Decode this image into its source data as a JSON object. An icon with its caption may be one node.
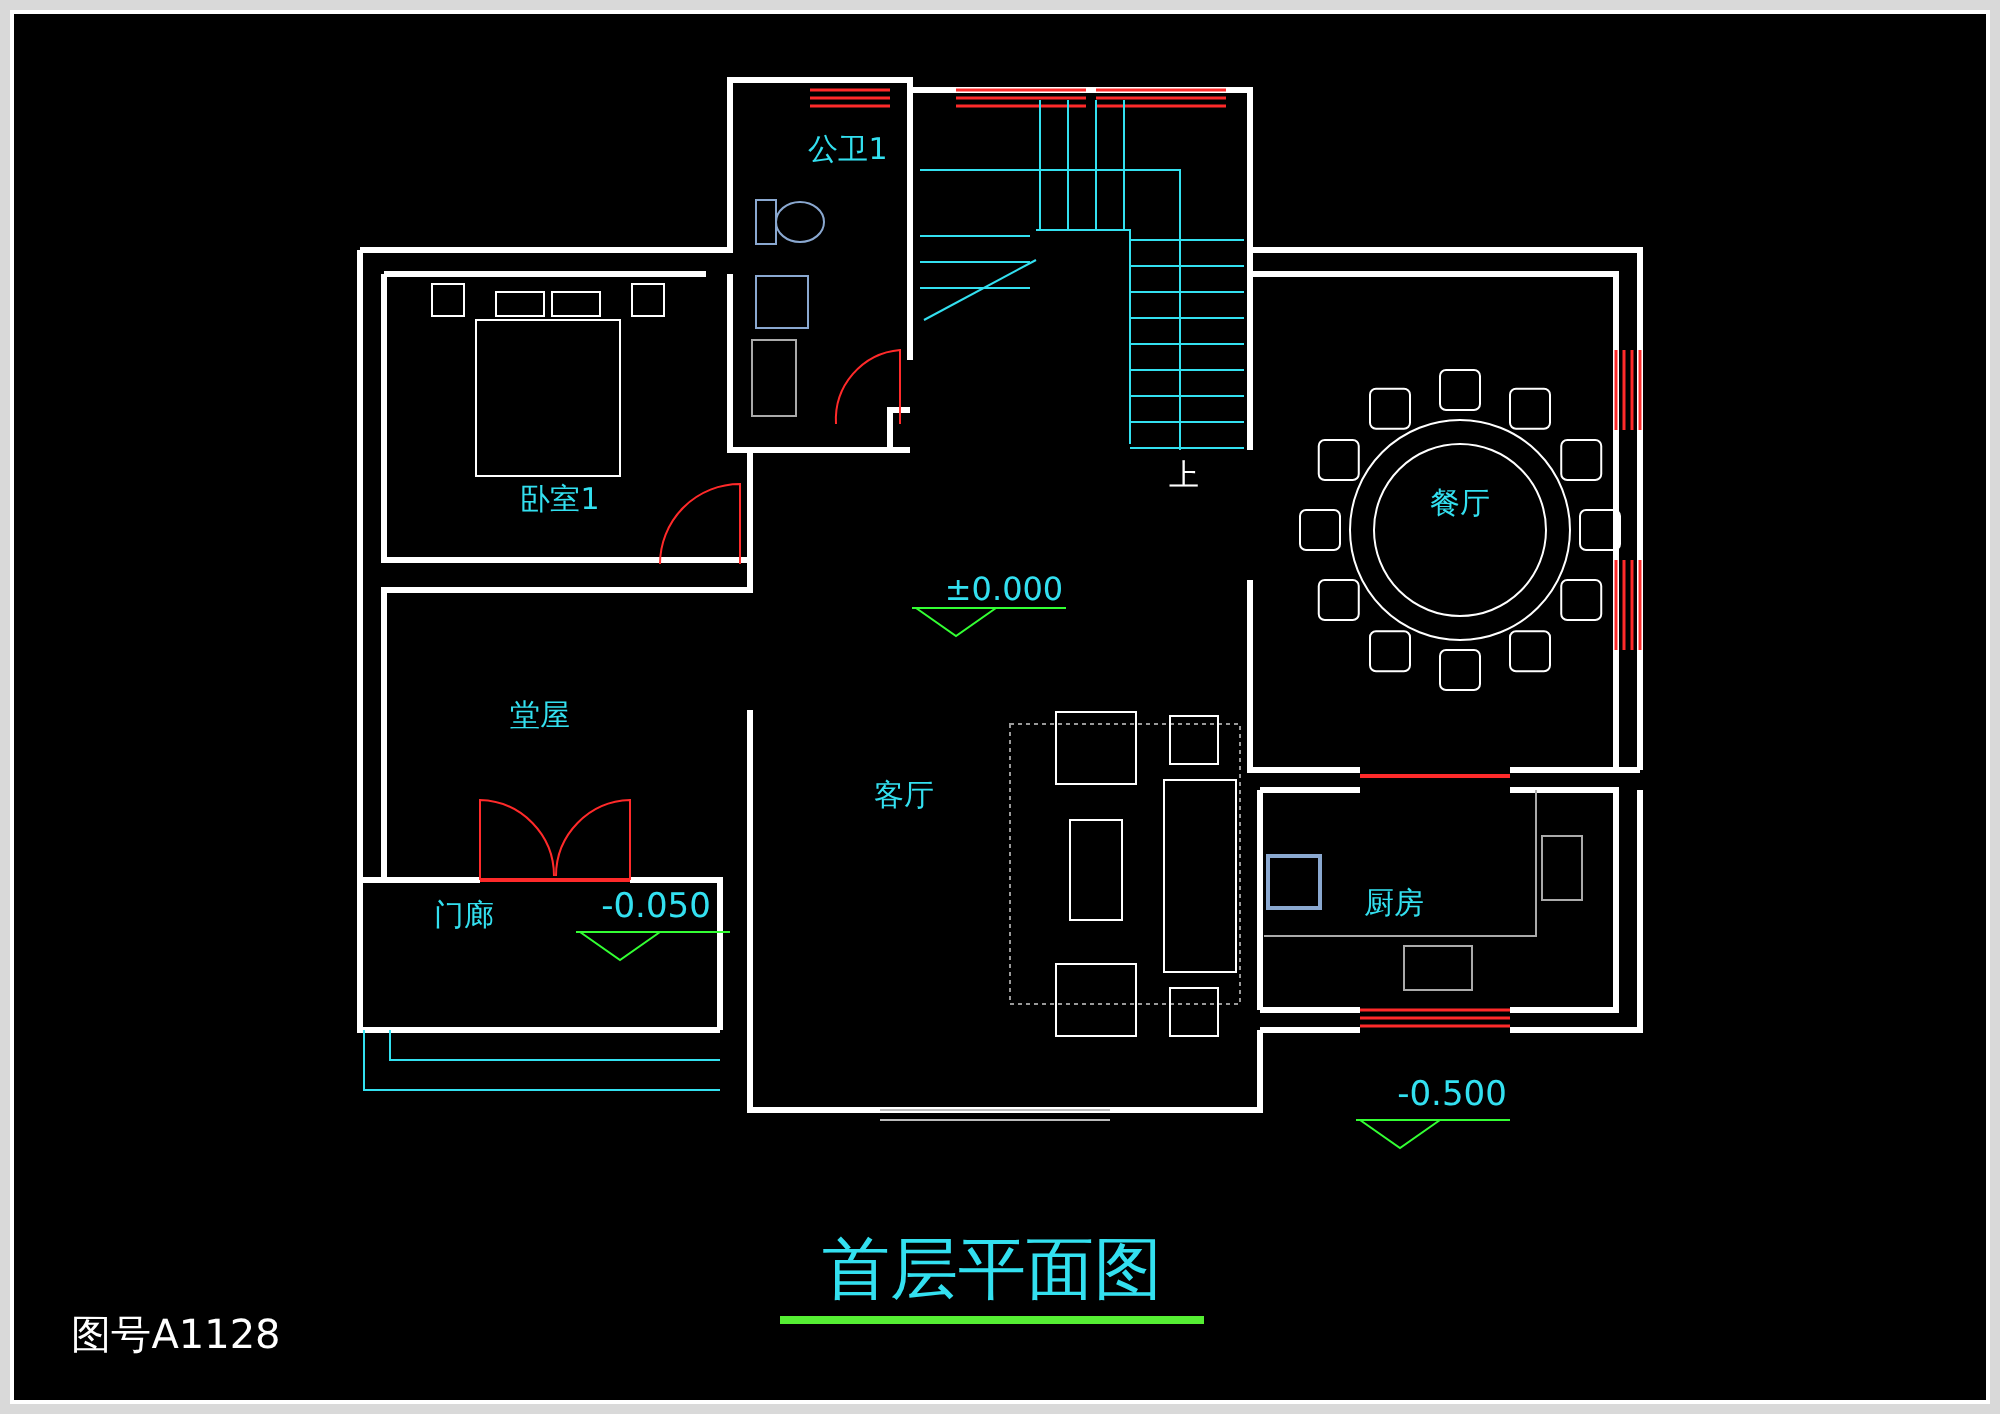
{
  "diagram": {
    "title": "首层平面图",
    "labels": [
      "公卫1",
      "上",
      "卧室1",
      "餐厅",
      "±0.000",
      "堂屋",
      "客厅",
      "厨房",
      "门廊",
      "-0.050",
      "-0.500",
      "图号A1128"
    ]
  }
}
